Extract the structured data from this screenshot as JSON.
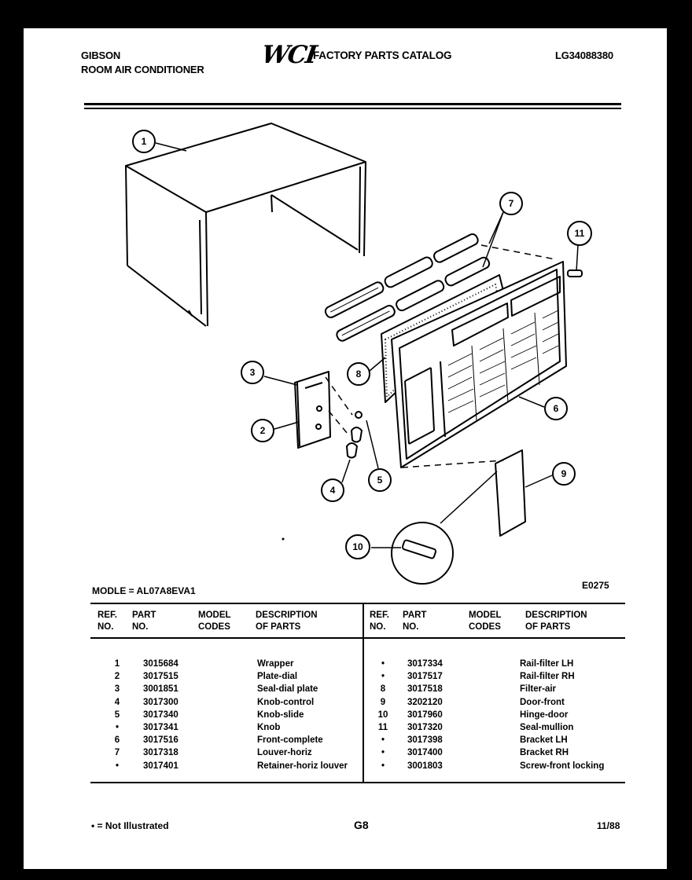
{
  "header": {
    "brand": "GIBSON",
    "product": "ROOM AIR CONDITIONER",
    "logo": "WCI",
    "catalog_title": "FACTORY PARTS CATALOG",
    "catalog_number": "LG34088380"
  },
  "diagram": {
    "code": "E0275",
    "callouts": [
      "1",
      "2",
      "3",
      "4",
      "5",
      "6",
      "7",
      "8",
      "9",
      "10",
      "11"
    ]
  },
  "model_line": "MODLE = AL07A8EVA1",
  "table_headers": {
    "ref": "REF.",
    "ref2": "NO.",
    "part": "PART",
    "part2": "NO.",
    "model": "MODEL",
    "model2": "CODES",
    "desc": "DESCRIPTION",
    "desc2": "OF PARTS"
  },
  "parts_left": [
    {
      "ref": "1",
      "part": "3015684",
      "desc": "Wrapper"
    },
    {
      "ref": "2",
      "part": "3017515",
      "desc": "Plate-dial"
    },
    {
      "ref": "3",
      "part": "3001851",
      "desc": "Seal-dial plate"
    },
    {
      "ref": "4",
      "part": "3017300",
      "desc": "Knob-control"
    },
    {
      "ref": "5",
      "part": "3017340",
      "desc": "Knob-slide"
    },
    {
      "ref": "•",
      "part": "3017341",
      "desc": "Knob"
    },
    {
      "ref": "6",
      "part": "3017516",
      "desc": "Front-complete"
    },
    {
      "ref": "7",
      "part": "3017318",
      "desc": "Louver-horiz"
    },
    {
      "ref": "•",
      "part": "3017401",
      "desc": "Retainer-horiz louver"
    }
  ],
  "parts_right": [
    {
      "ref": "•",
      "part": "3017334",
      "desc": "Rail-filter LH"
    },
    {
      "ref": "•",
      "part": "3017517",
      "desc": "Rail-filter RH"
    },
    {
      "ref": "8",
      "part": "3017518",
      "desc": "Filter-air"
    },
    {
      "ref": "9",
      "part": "3202120",
      "desc": "Door-front"
    },
    {
      "ref": "10",
      "part": "3017960",
      "desc": "Hinge-door"
    },
    {
      "ref": "11",
      "part": "3017320",
      "desc": "Seal-mullion"
    },
    {
      "ref": "•",
      "part": "3017398",
      "desc": "Bracket LH"
    },
    {
      "ref": "•",
      "part": "3017400",
      "desc": "Bracket RH"
    },
    {
      "ref": "•",
      "part": "3001803",
      "desc": "Screw-front locking"
    }
  ],
  "footer": {
    "note": "• = Not Illustrated",
    "page": "G8",
    "date": "11/88"
  }
}
